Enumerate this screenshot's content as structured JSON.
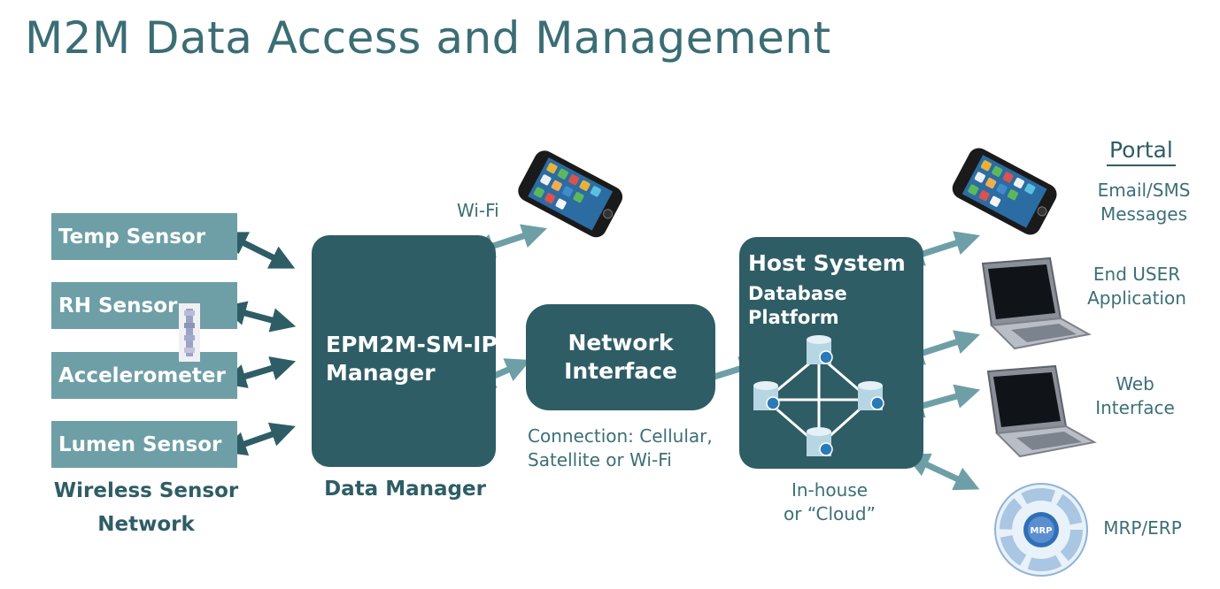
{
  "title": "M2M Data Access and Management",
  "sensors": [
    "Temp Sensor",
    "RH Sensor",
    "Accelerometer",
    "Lumen Sensor"
  ],
  "sensor_network_caption": [
    "Wireless Sensor",
    "Network"
  ],
  "manager": {
    "lines": [
      "EPM2M-SM-IP",
      "Manager"
    ],
    "caption": "Data Manager"
  },
  "wifi_label": "Wi-Fi",
  "network_interface": {
    "lines": [
      "Network",
      "Interface"
    ],
    "connection": [
      "Connection: Cellular,",
      "Satellite or Wi-Fi"
    ]
  },
  "host_system": {
    "title": "Host System",
    "subtitle": [
      "Database",
      "Platform"
    ],
    "location": [
      "In-house",
      "or “Cloud”"
    ]
  },
  "portal": {
    "heading": "Portal",
    "items": [
      {
        "lines": [
          "Email/SMS",
          "Messages"
        ]
      },
      {
        "lines": [
          "End USER",
          "Application"
        ]
      },
      {
        "lines": [
          "Web",
          "Interface"
        ]
      },
      {
        "lines": [
          "MRP/ERP"
        ]
      }
    ]
  },
  "mrp_wheel": {
    "center": "MRP"
  },
  "colors": {
    "dark_teal": "#2f5d66",
    "sensor_teal": "#6e9fa6",
    "arrow": "#2f5d66",
    "title": "#3b6d74"
  }
}
